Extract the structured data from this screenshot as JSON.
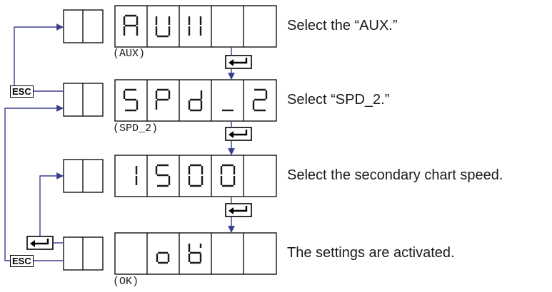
{
  "steps": [
    {
      "description": "Select the “AUX.”",
      "sub_label": "(AUX)",
      "display": "AUX"
    },
    {
      "description": "Select “SPD_2.”",
      "sub_label": "(SPD_2)",
      "display": "SPd_2"
    },
    {
      "description": "Select the secondary chart speed.",
      "sub_label": "",
      "display": "1500"
    },
    {
      "description": "The settings are activated.",
      "sub_label": "(OK)",
      "display": "oK"
    }
  ],
  "keys": {
    "esc_label": "ESC",
    "enter_icon": "enter-key-icon"
  },
  "colors": {
    "line": "#3a3d8f",
    "border": "#000000"
  }
}
